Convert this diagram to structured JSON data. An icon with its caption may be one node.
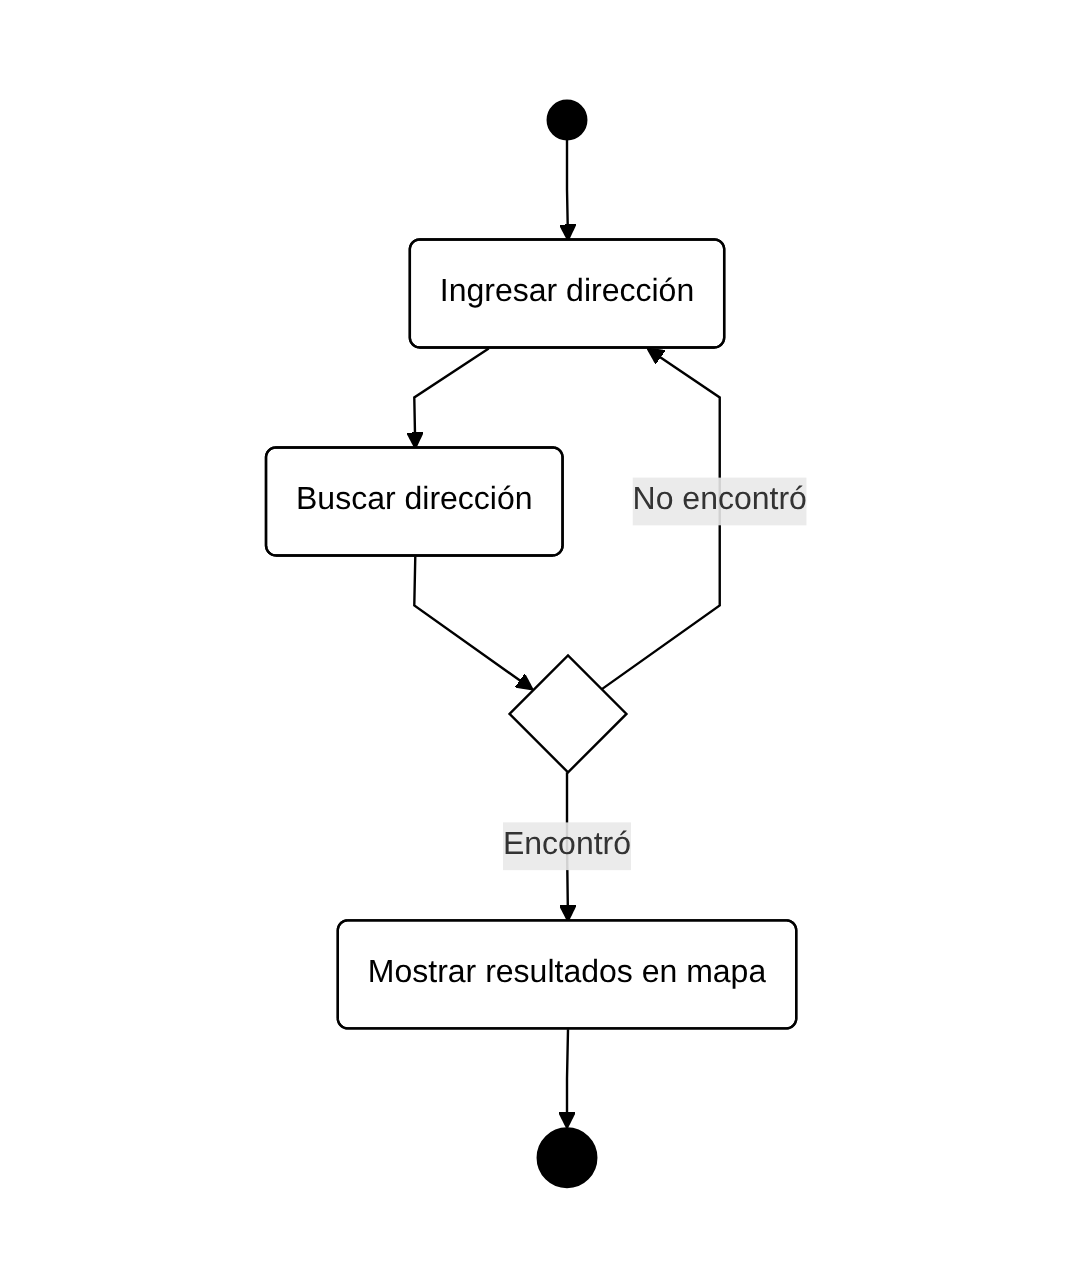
{
  "diagram": {
    "nodes": [
      {
        "text": [],
        "shape": "circle"
      },
      {
        "text": [
          "Ingresar dirección"
        ]
      },
      {
        "text": [
          "Buscar dirección"
        ]
      },
      {
        "text": [],
        "shape": "diamond"
      },
      {
        "text": [
          "Mostrar resultados en mapa"
        ]
      },
      {
        "text": [],
        "shape": "circle"
      }
    ],
    "edges": [
      {
        "from": 0,
        "to": 1,
        "arrow": "to"
      },
      {
        "from": 1,
        "to": 2,
        "arrow": "to"
      },
      {
        "from": 2,
        "to": 3,
        "arrow": "to"
      },
      {
        "from": 3,
        "to": 1,
        "arrow": "to",
        "label": "No encontró"
      },
      {
        "from": 3,
        "to": 4,
        "arrow": "to",
        "label": "Encontró"
      },
      {
        "from": 4,
        "to": 5,
        "arrow": "to"
      }
    ]
  }
}
